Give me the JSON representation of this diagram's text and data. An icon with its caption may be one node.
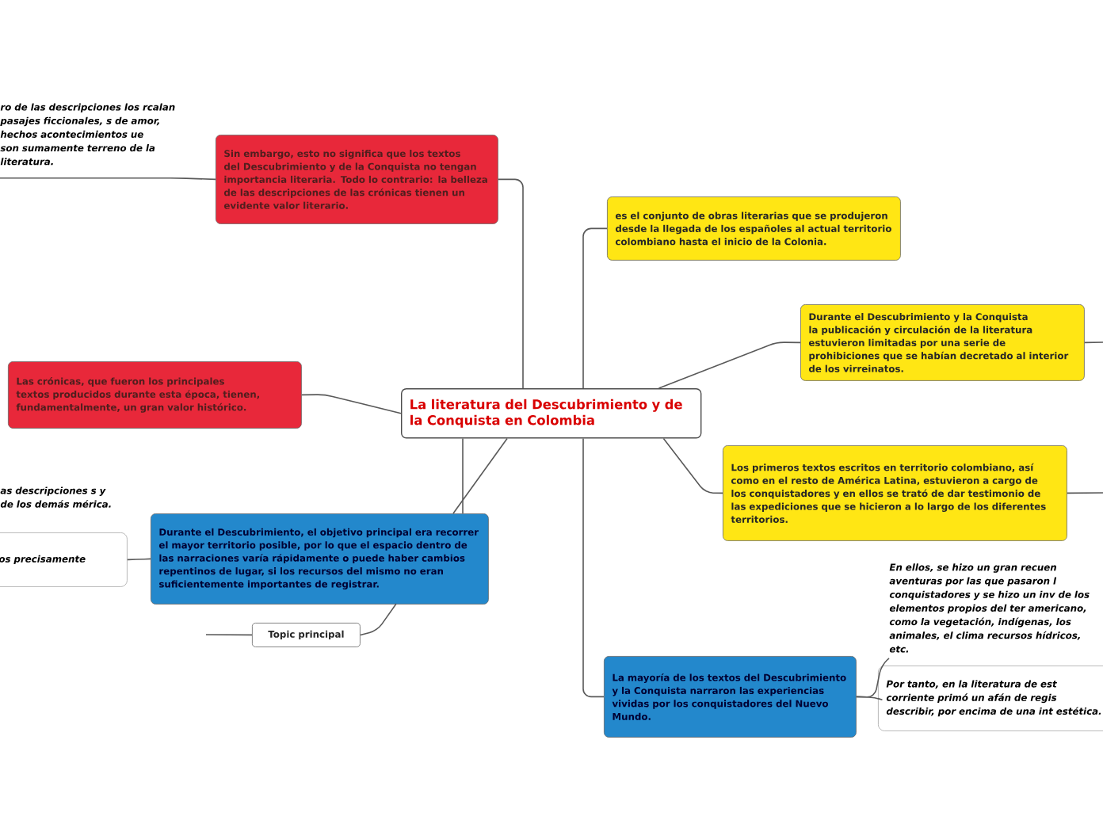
{
  "diagram": {
    "nodes": [
      {
        "text": [
          "La literatura del Descubrimiento y de la Conquista en Colombia"
        ]
      },
      {
        "text": [
          "Sin embargo, esto no significa que los textos del Descubrimiento y de la Conquista no tengan importancia literaria. Todo lo contrario: la belleza de las descripciones de las crónicas tienen un evidente valor literario."
        ]
      },
      {
        "text": [
          "ro de las descripciones los rcalan pasajes ficcionales, s de amor, hechos acontecimientos ue son sumamente terreno de la literatura."
        ]
      },
      {
        "text": [
          "es el conjunto de obras literarias que se produjeron desde la llegada de los españoles al actual territorio colombiano hasta el inicio de la Colonia."
        ]
      },
      {
        "text": [
          "Durante el Descubrimiento y la Conquista la publicación y circulación de la literatura estuvieron limitadas por una serie de prohibiciones que se habían decretado al interior de los virreinatos."
        ]
      },
      {
        "text": [
          "Los primeros textos escritos en territorio colombiano, así como en el resto de América Latina, estuvieron a cargo de los conquistadores y en ellos se trató de dar testimonio de las expediciones que se hicieron a lo largo de los diferentes territorios."
        ]
      },
      {
        "text": [
          "Las crónicas, que fueron los principales textos producidos durante esta época, tienen, fundamentalmente, un gran valor histórico."
        ]
      },
      {
        "text": [
          "Durante el Descubrimiento, el objetivo principal era recorrer el mayor territorio posible, por lo que el espacio dentro de las narraciones varía rápidamente o puede haber cambios repentinos de lugar, si los recursos del mismo no eran suficientemente importantes de registrar."
        ]
      },
      {
        "text": [
          "os precisamente"
        ]
      },
      {
        "text": [
          "Topic principal"
        ]
      },
      {
        "text": [
          "La mayoría de los textos del Descubrimiento y la Conquista narraron las experiencias vividas por los conquistadores del Nuevo Mundo."
        ]
      },
      {
        "text": [
          "En ellos, se hizo un gran recuen aventuras por las que pasaron l conquistadores y se hizo un inv de los elementos propios del ter americano, como la vegetación, indígenas, los animales, el clima recursos hídricos, etc."
        ]
      },
      {
        "text": [
          "Por tanto, en la literatura de est corriente primó un afán de regis describir, por encima de una int estética."
        ]
      }
    ],
    "edges": [
      {
        "from": 0,
        "to": 1,
        "arrow": "none"
      },
      {
        "from": 0,
        "to": 3,
        "arrow": "none"
      },
      {
        "from": 0,
        "to": 4,
        "arrow": "none"
      },
      {
        "from": 0,
        "to": 5,
        "arrow": "none"
      },
      {
        "from": 0,
        "to": 10,
        "arrow": "none"
      },
      {
        "from": 0,
        "to": 6,
        "arrow": "none"
      },
      {
        "from": 0,
        "to": 7,
        "arrow": "none"
      },
      {
        "from": 0,
        "to": 7,
        "arrow": "none"
      },
      {
        "from": 7,
        "to": 9,
        "arrow": "none"
      },
      {
        "from": null,
        "to": 9,
        "arrow": "none"
      },
      {
        "from": 2,
        "to": 1,
        "arrow": "none"
      },
      {
        "from": 7,
        "to": 8,
        "arrow": "none"
      },
      {
        "from": 4,
        "to": null,
        "arrow": "none"
      },
      {
        "from": 5,
        "to": null,
        "arrow": "none"
      },
      {
        "from": 10,
        "to": 11,
        "arrow": "none"
      },
      {
        "from": 10,
        "to": 12,
        "arrow": "none"
      }
    ],
    "labels": [
      "as descripciones s y de los demás mérica."
    ]
  }
}
